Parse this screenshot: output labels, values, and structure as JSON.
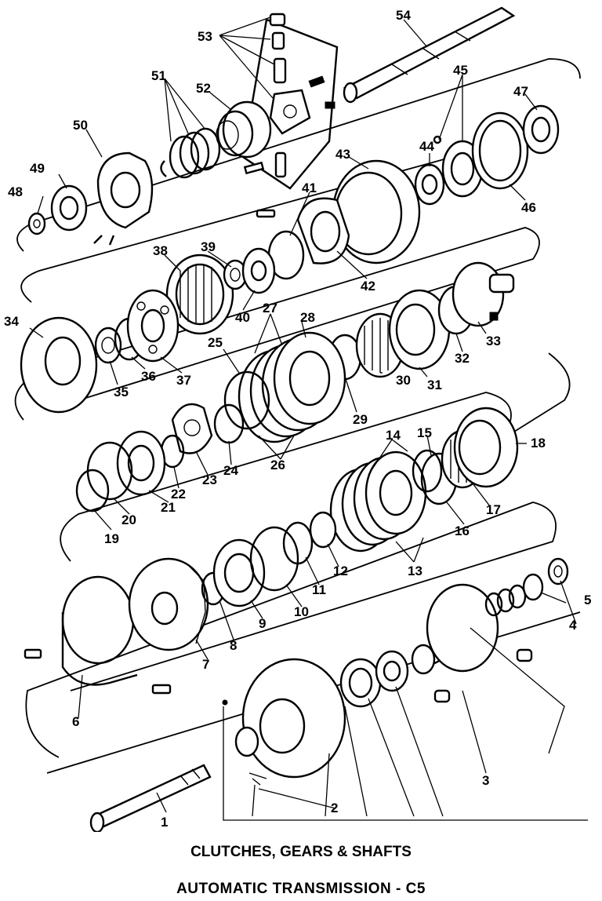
{
  "diagram": {
    "callouts": [
      "1",
      "2",
      "3",
      "4",
      "5",
      "6",
      "7",
      "8",
      "9",
      "10",
      "11",
      "12",
      "13",
      "14",
      "15",
      "16",
      "17",
      "18",
      "19",
      "20",
      "21",
      "22",
      "23",
      "24",
      "25",
      "26",
      "27",
      "28",
      "29",
      "30",
      "31",
      "32",
      "33",
      "34",
      "35",
      "36",
      "37",
      "38",
      "39",
      "40",
      "41",
      "42",
      "43",
      "44",
      "45",
      "46",
      "47",
      "48",
      "49",
      "50",
      "51",
      "52",
      "53",
      "54"
    ]
  },
  "caption": {
    "title": "CLUTCHES, GEARS & SHAFTS",
    "subtitle": "AUTOMATIC TRANSMISSION - C5"
  }
}
